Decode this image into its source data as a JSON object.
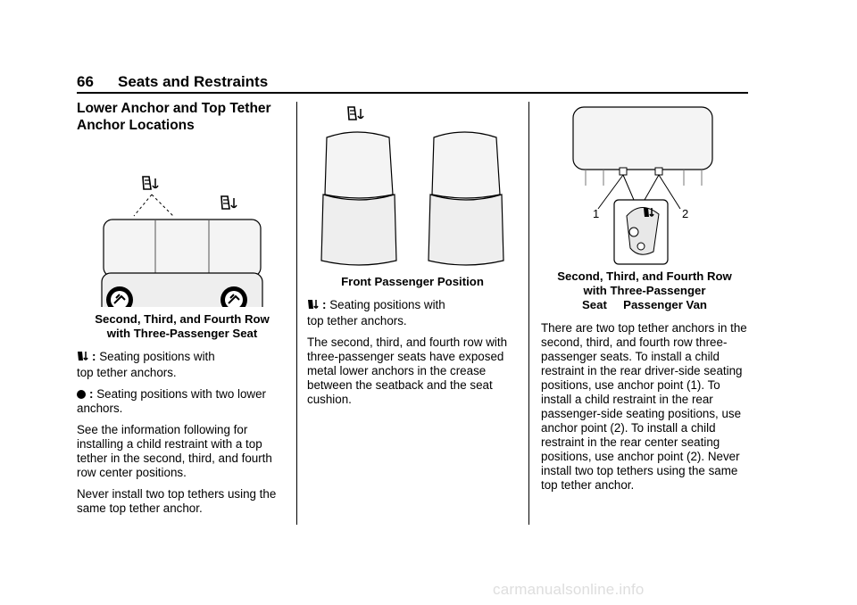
{
  "header": {
    "page_number": "66",
    "section": "Seats and Restraints"
  },
  "col1": {
    "heading": "Lower Anchor and Top Tether Anchor Locations",
    "caption_line1": "Second, Third, and Fourth Row",
    "caption_line2": "with Three-Passenger Seat",
    "tether_label": ":",
    "tether_text_1": "Seating positions with",
    "tether_text_2": "top tether anchors.",
    "lower_label": ":",
    "lower_text": "Seating positions with two lower anchors.",
    "para1": "See the information following for installing a child restraint with a top tether in the second, third, and fourth row center positions.",
    "para2": "Never install two top tethers using the same top tether anchor."
  },
  "col2": {
    "caption": "Front Passenger Position",
    "tether_label": ":",
    "tether_text_1": "Seating positions with",
    "tether_text_2": "top tether anchors.",
    "para1": "The second, third, and fourth row with three-passenger seats have exposed metal lower anchors in the crease between the seatback and the seat cushion."
  },
  "col3": {
    "figure_label_1": "1",
    "figure_label_2": "2",
    "caption_line1": "Second, Third, and Fourth Row",
    "caption_line2": "with Three-Passenger",
    "caption_line3": "Seat     Passenger Van",
    "para1": "There are two top tether anchors in the second, third, and fourth row three-passenger seats. To install a child restraint in the rear driver-side seating positions, use anchor point (1). To install a child restraint in the rear passenger-side seating positions, use anchor point (2). To install a child restraint in the rear center seating positions, use anchor point (2). Never install two top tethers using the same top tether anchor."
  },
  "watermark": "carmanualsonline.info"
}
